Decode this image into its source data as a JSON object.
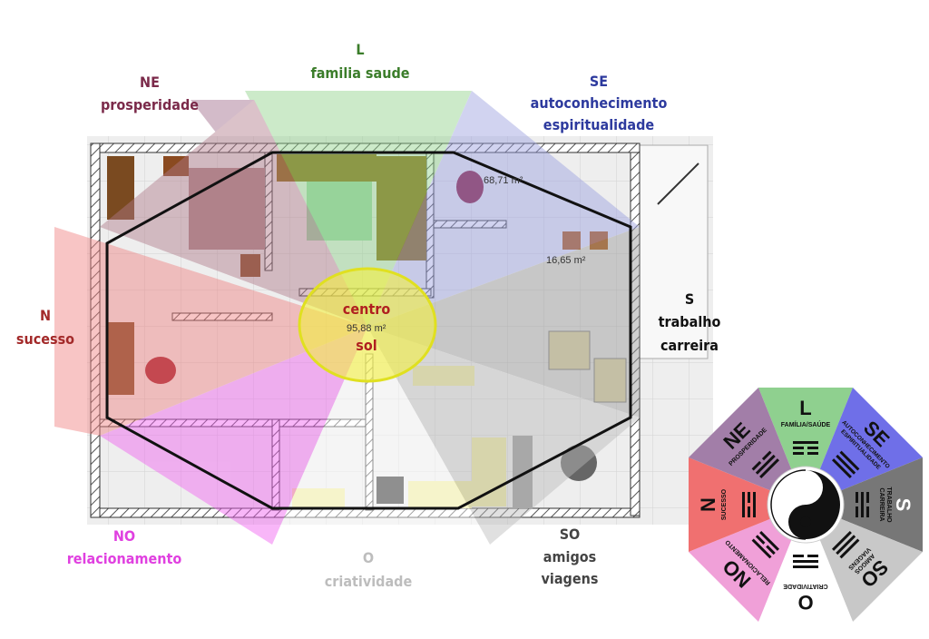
{
  "plan_labels": {
    "L": {
      "dir": "L",
      "text": "familia saude",
      "color": "#3b7d2a"
    },
    "NE": {
      "dir": "NE",
      "text": "prosperidade",
      "color": "#7b2a4a"
    },
    "SE": {
      "dir": "SE",
      "line1": "autoconhecimento",
      "line2": "espiritualidade",
      "color": "#2d3a9e"
    },
    "N": {
      "dir": "N",
      "text": "sucesso",
      "color": "#a32a2a"
    },
    "S": {
      "dir": "S",
      "line1": "trabalho",
      "line2": "carreira",
      "color": "#111111"
    },
    "NO": {
      "dir": "NO",
      "text": "relacionamento",
      "color": "#e040e0"
    },
    "O": {
      "dir": "O",
      "text": "criatividade",
      "color": "#bdbdbd"
    },
    "SO": {
      "dir": "SO",
      "line1": "amigos",
      "line2": "viagens",
      "color": "#444444"
    },
    "center": {
      "line1": "centro",
      "line2": "sol",
      "color": "#b02020"
    }
  },
  "room_areas": [
    "68,71 m²",
    "16,65 m²",
    "95,88 m²"
  ],
  "bagua": {
    "L": {
      "dir": "L",
      "text": "FAMÍLIA/SAÚDE"
    },
    "SE": {
      "dir": "SE",
      "line1": "AUTOCONHECIMENTO",
      "line2": "ESPIRITUALIDADE"
    },
    "S": {
      "dir": "S",
      "line1": "TRABALHO",
      "line2": "CARREIRA"
    },
    "SO": {
      "dir": "SO",
      "line1": "AMIGOS",
      "line2": "VIAGENS"
    },
    "O": {
      "dir": "O",
      "text": "CRIATIVIDADE"
    },
    "NO": {
      "dir": "NO",
      "text": "RELACIONAMENTO"
    },
    "N": {
      "dir": "N",
      "text": "SUCESSO"
    },
    "NE": {
      "dir": "NE",
      "text": "PROSPERIDADE"
    }
  }
}
